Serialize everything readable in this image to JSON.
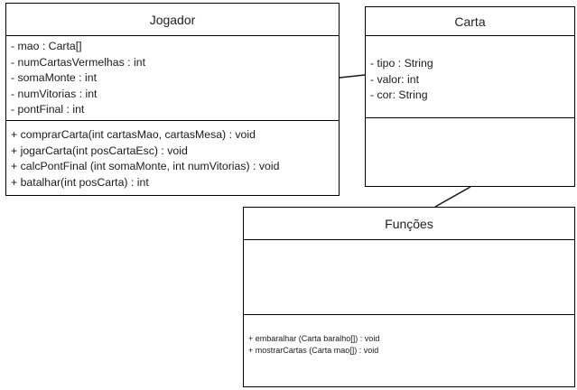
{
  "jogador": {
    "name": "Jogador",
    "attributes": [
      "- mao : Carta[]",
      "- numCartasVermelhas : int",
      "- somaMonte : int",
      "- numVitorias : int",
      "- pontFinal : int"
    ],
    "methods": [
      "+ comprarCarta(int cartasMao, cartasMesa) : void",
      "+ jogarCarta(int posCartaEsc) : void",
      "+ calcPontFinal (int somaMonte, int numVitorias) : void",
      "+ batalhar(int posCarta) : int"
    ]
  },
  "carta": {
    "name": "Carta",
    "attributes": [
      "- tipo : String",
      "- valor: int",
      "- cor: String"
    ],
    "methods": []
  },
  "funcoes": {
    "name": "Funções",
    "attributes": [],
    "methods": [
      "+ embaralhar (Carta baralho[]) : void",
      "+ mostrarCartas (Carta mao[]) : void"
    ]
  },
  "colors": {
    "line": "#000000",
    "background": "#ffffff"
  }
}
